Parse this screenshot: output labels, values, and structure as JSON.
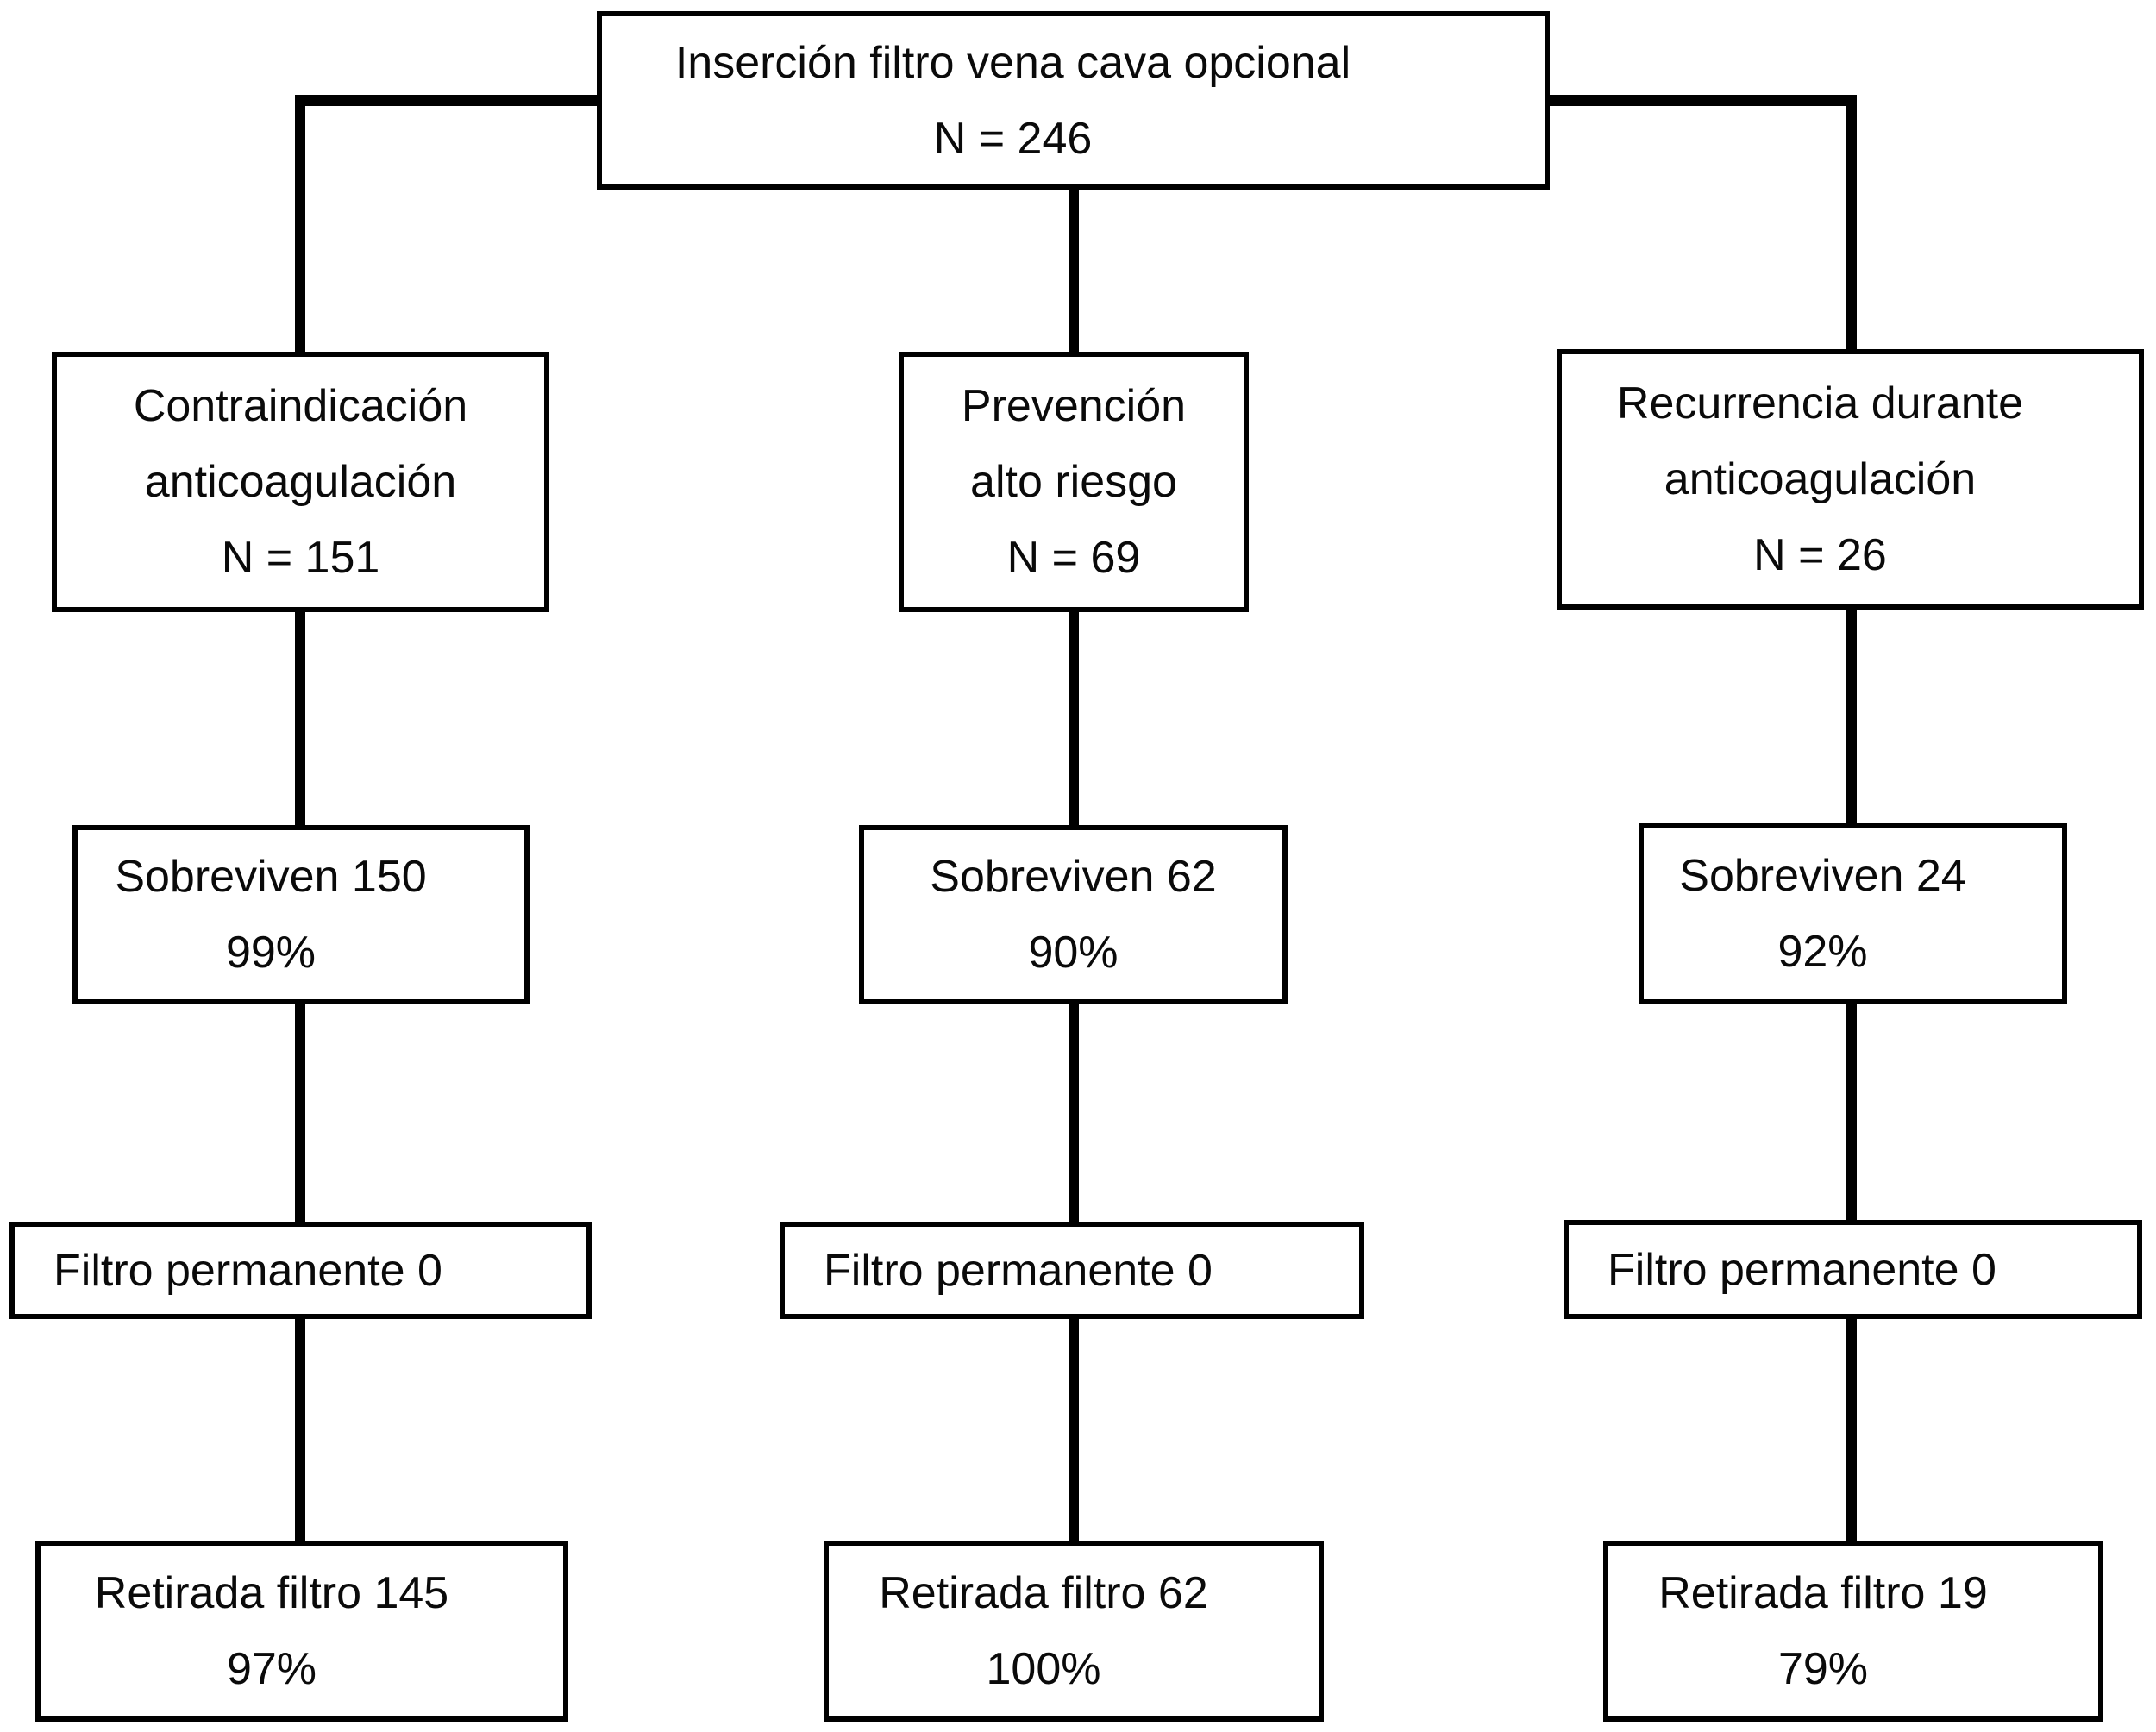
{
  "diagram": {
    "title_semantic": "Flujo de pacientes con filtro de vena cava opcional",
    "background_color": "#ffffff",
    "line_color": "#000000",
    "box_border_color": "#000000",
    "root": {
      "lines": [
        "Inserción filtro vena cava opcional",
        "N = 246"
      ]
    },
    "branches": [
      {
        "indication": {
          "lines": [
            "Contraindicación",
            "anticoagulación",
            "N = 151"
          ]
        },
        "survival": {
          "lines": [
            "Sobreviven 150",
            "99%"
          ]
        },
        "permanent_filter": {
          "lines": [
            "Filtro permanente 0"
          ]
        },
        "retrieval": {
          "lines": [
            "Retirada filtro 145",
            "97%"
          ]
        }
      },
      {
        "indication": {
          "lines": [
            "Prevención",
            "alto riesgo",
            "N = 69"
          ]
        },
        "survival": {
          "lines": [
            "Sobreviven 62",
            "90%"
          ]
        },
        "permanent_filter": {
          "lines": [
            "Filtro permanente 0"
          ]
        },
        "retrieval": {
          "lines": [
            "Retirada filtro 62",
            "100%"
          ]
        }
      },
      {
        "indication": {
          "lines": [
            "Recurrencia durante",
            "anticoagulación",
            "N = 26"
          ]
        },
        "survival": {
          "lines": [
            "Sobreviven 24",
            "92%"
          ]
        },
        "permanent_filter": {
          "lines": [
            "Filtro permanente 0"
          ]
        },
        "retrieval": {
          "lines": [
            "Retirada filtro 19",
            "79%"
          ]
        }
      }
    ]
  }
}
